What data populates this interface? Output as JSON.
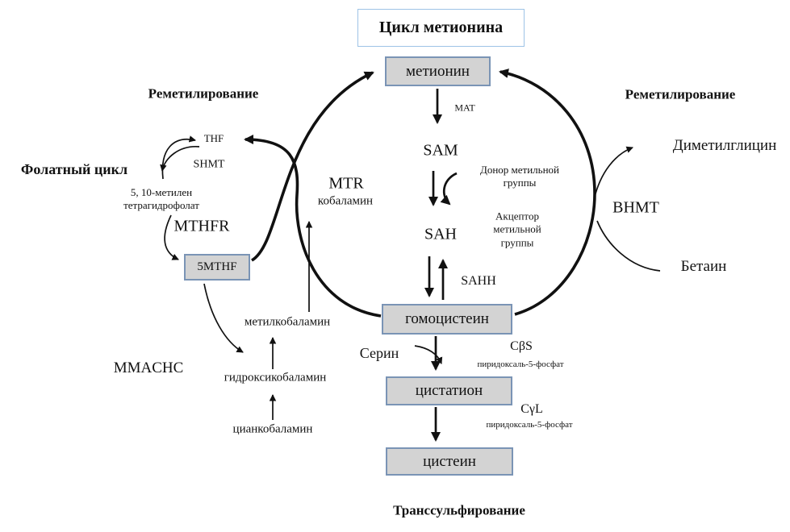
{
  "title": "Цикл метионина",
  "nodes": {
    "methionine": "метионин",
    "homocysteine": "гомоцистеин",
    "cystathionine": "цистатион",
    "cysteine": "цистеин",
    "mthf5": "5MTHF"
  },
  "labels": {
    "remethylation_left": "Реметилирование",
    "remethylation_right": "Реметилирование",
    "folate_cycle": "Фолатный цикл",
    "thf": "THF",
    "shmt": "SHMT",
    "methylene_thf": "5, 10-метилен\nтетрагидрофолат",
    "mthfr": "MTHFR",
    "mmachc": "MMACHC",
    "methylcobalamin": "метилкобаламин",
    "hydroxocobalamin": "гидроксикобаламин",
    "cyanocobalamin": "цианкобаламин",
    "mtr": "MTR",
    "mtr_cofactor": "кобаламин",
    "mat": "MAT",
    "sam": "SAM",
    "sah": "SAH",
    "sahh": "SAHH",
    "methyl_donor": "Донор метильной\nгруппы",
    "methyl_acceptor": "Акцептор\nметильной\nгруппы",
    "dimethylglycine": "Диметилглицин",
    "bhmt": "BHMT",
    "betaine": "Бетаин",
    "serine": "Серин",
    "cbs": "CβS",
    "cbs_cofactor": "пиридоксаль-5-фосфат",
    "cgl": "CγL",
    "cgl_cofactor": "пиридоксаль-5-фосфат",
    "transsulfuration": "Транссульфирование"
  },
  "colors": {
    "box_fill": "#d3d3d3",
    "box_border": "#7a94b5",
    "title_border": "#9dc3e6",
    "arrow": "#111111",
    "text": "#111111"
  }
}
